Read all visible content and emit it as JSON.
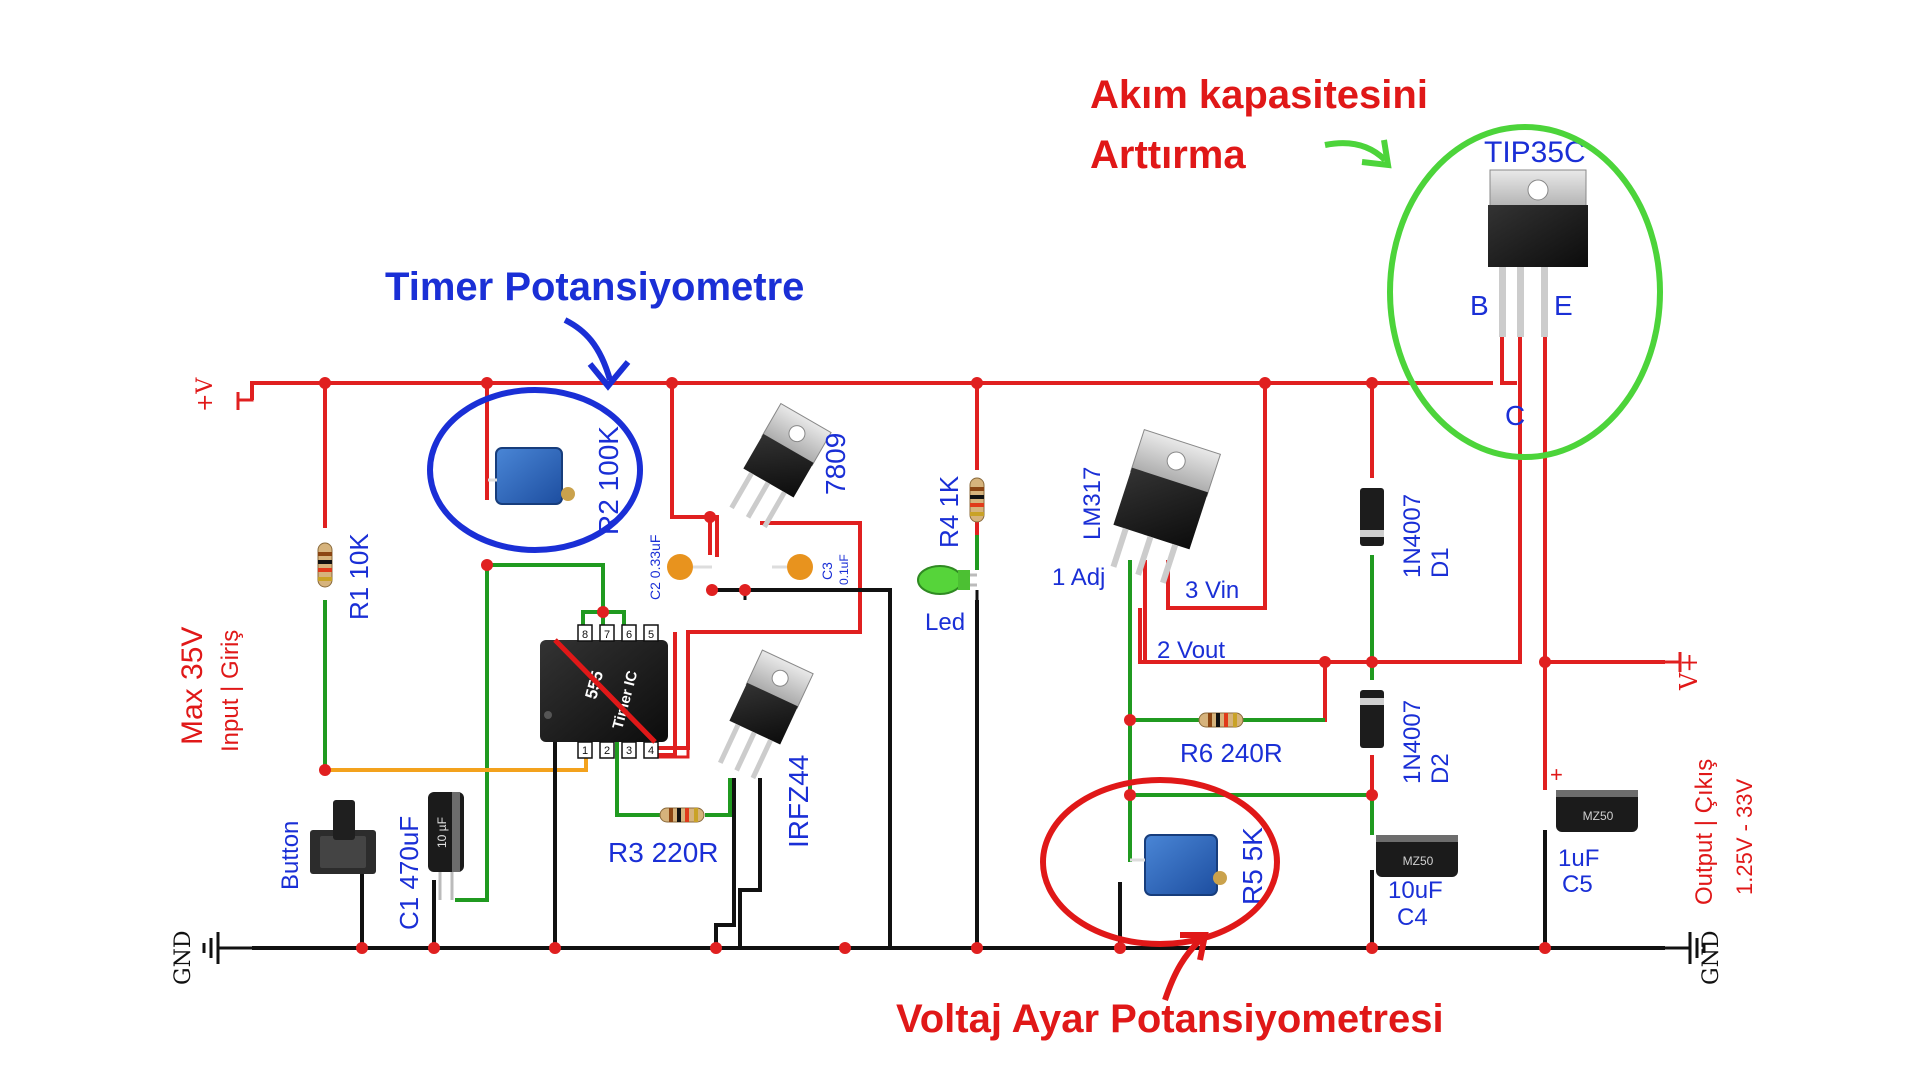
{
  "annotations": {
    "timer_pot": "Timer Potansiyometre",
    "current_line1": "Akım kapasitesini",
    "current_line2": "Arttırma",
    "voltage_pot": "Voltaj Ayar Potansiyometresi"
  },
  "labels": {
    "vplus_in": "+V",
    "gnd_left": "GND",
    "gnd_right": "GND",
    "vplus_out": "V+",
    "max": "Max 35V",
    "input": "Input | Giriş",
    "output": "Output | Çıkış",
    "out_range": "1.25V - 33V"
  },
  "components": {
    "r1": "R1 10K",
    "r2": "R2 100K",
    "c1": "C1 470uF",
    "button": "Button",
    "c2": "C2 0.33uF",
    "c3": "C3",
    "c3_value": "0.1uF",
    "reg7809": "7809",
    "ic555_a": "555",
    "ic555_b": "Timer IC",
    "pin1": "1",
    "pin2": "2",
    "pin3": "3",
    "pin4": "4",
    "pin5": "5",
    "pin6": "6",
    "pin7": "7",
    "pin8": "8",
    "irfz44": "IRFZ44",
    "r3": "R3 220R",
    "r4": "R4 1K",
    "led": "Led",
    "lm317": "LM317",
    "adj": "1 Adj",
    "vin": "3 Vin",
    "vout": "2 Vout",
    "r6": "R6 240R",
    "r5": "R5 5K",
    "d1_part": "1N4007",
    "d1": "D1",
    "d2_part": "1N4007",
    "d2": "D2",
    "c4_value": "10uF",
    "c4": "C4",
    "c5_value": "1uF",
    "c5": "C5",
    "tip35c": "TIP35C",
    "pin_b": "B",
    "pin_c": "C",
    "pin_e": "E",
    "plus": "+",
    "cap_print": "MZ50"
  },
  "colors": {
    "red_wire": "#e02020",
    "green_wire": "#209a20",
    "black_wire": "#111111",
    "orange_wire": "#f3a21d",
    "blue_text": "#1a2fd6",
    "red_text": "#e01818",
    "blue_circle": "#1a2fd6",
    "green_circle": "#4cd43a",
    "red_circle": "#e01818"
  }
}
